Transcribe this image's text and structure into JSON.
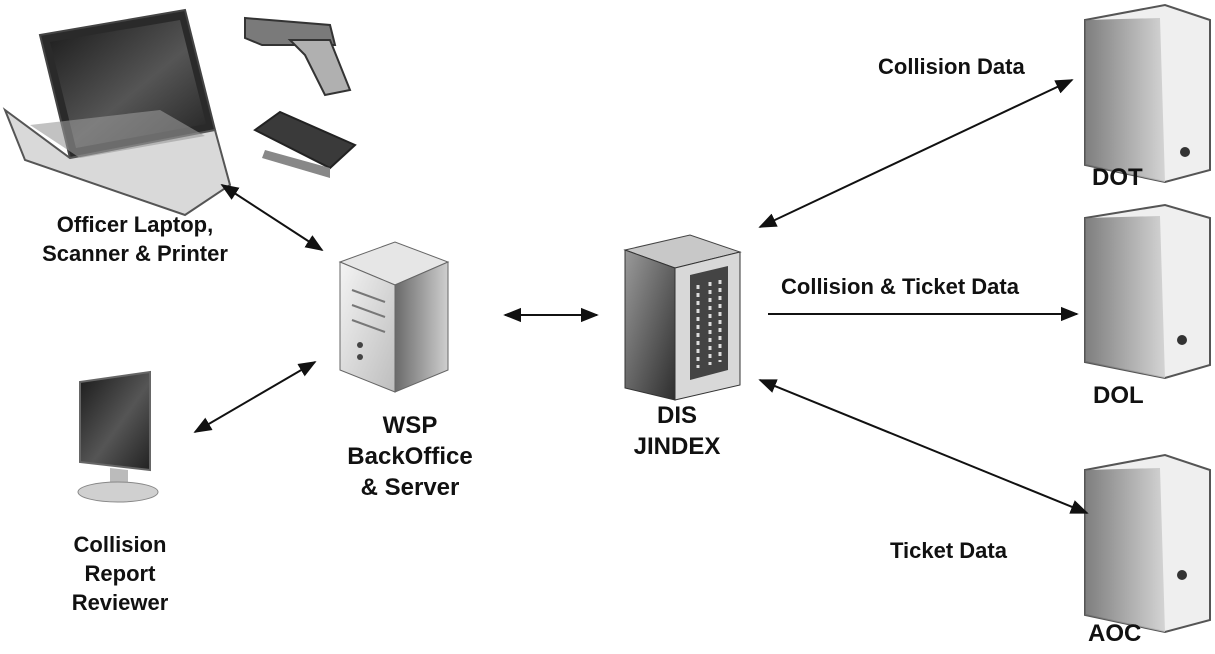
{
  "nodes": {
    "officer": {
      "label_line1": "Officer Laptop,",
      "label_line2": "Scanner & Printer"
    },
    "reviewer": {
      "label_line1": "Collision",
      "label_line2": "Report",
      "label_line3": "Reviewer"
    },
    "wsp": {
      "label_line1": "WSP",
      "label_line2": "BackOffice",
      "label_line3": "& Server"
    },
    "dis": {
      "label_line1": "DIS",
      "label_line2": "JINDEX"
    },
    "dot": {
      "label": "DOT"
    },
    "dol": {
      "label": "DOL"
    },
    "aoc": {
      "label": "AOC"
    }
  },
  "edges": {
    "dot_flow": "Collision Data",
    "dol_flow": "Collision & Ticket Data",
    "aoc_flow": "Ticket Data"
  },
  "icons": {
    "laptop": "laptop-icon",
    "scanner": "barcode-scanner-icon",
    "printer": "portable-printer-icon",
    "monitor": "monitor-icon",
    "server": "server-tower-icon"
  }
}
